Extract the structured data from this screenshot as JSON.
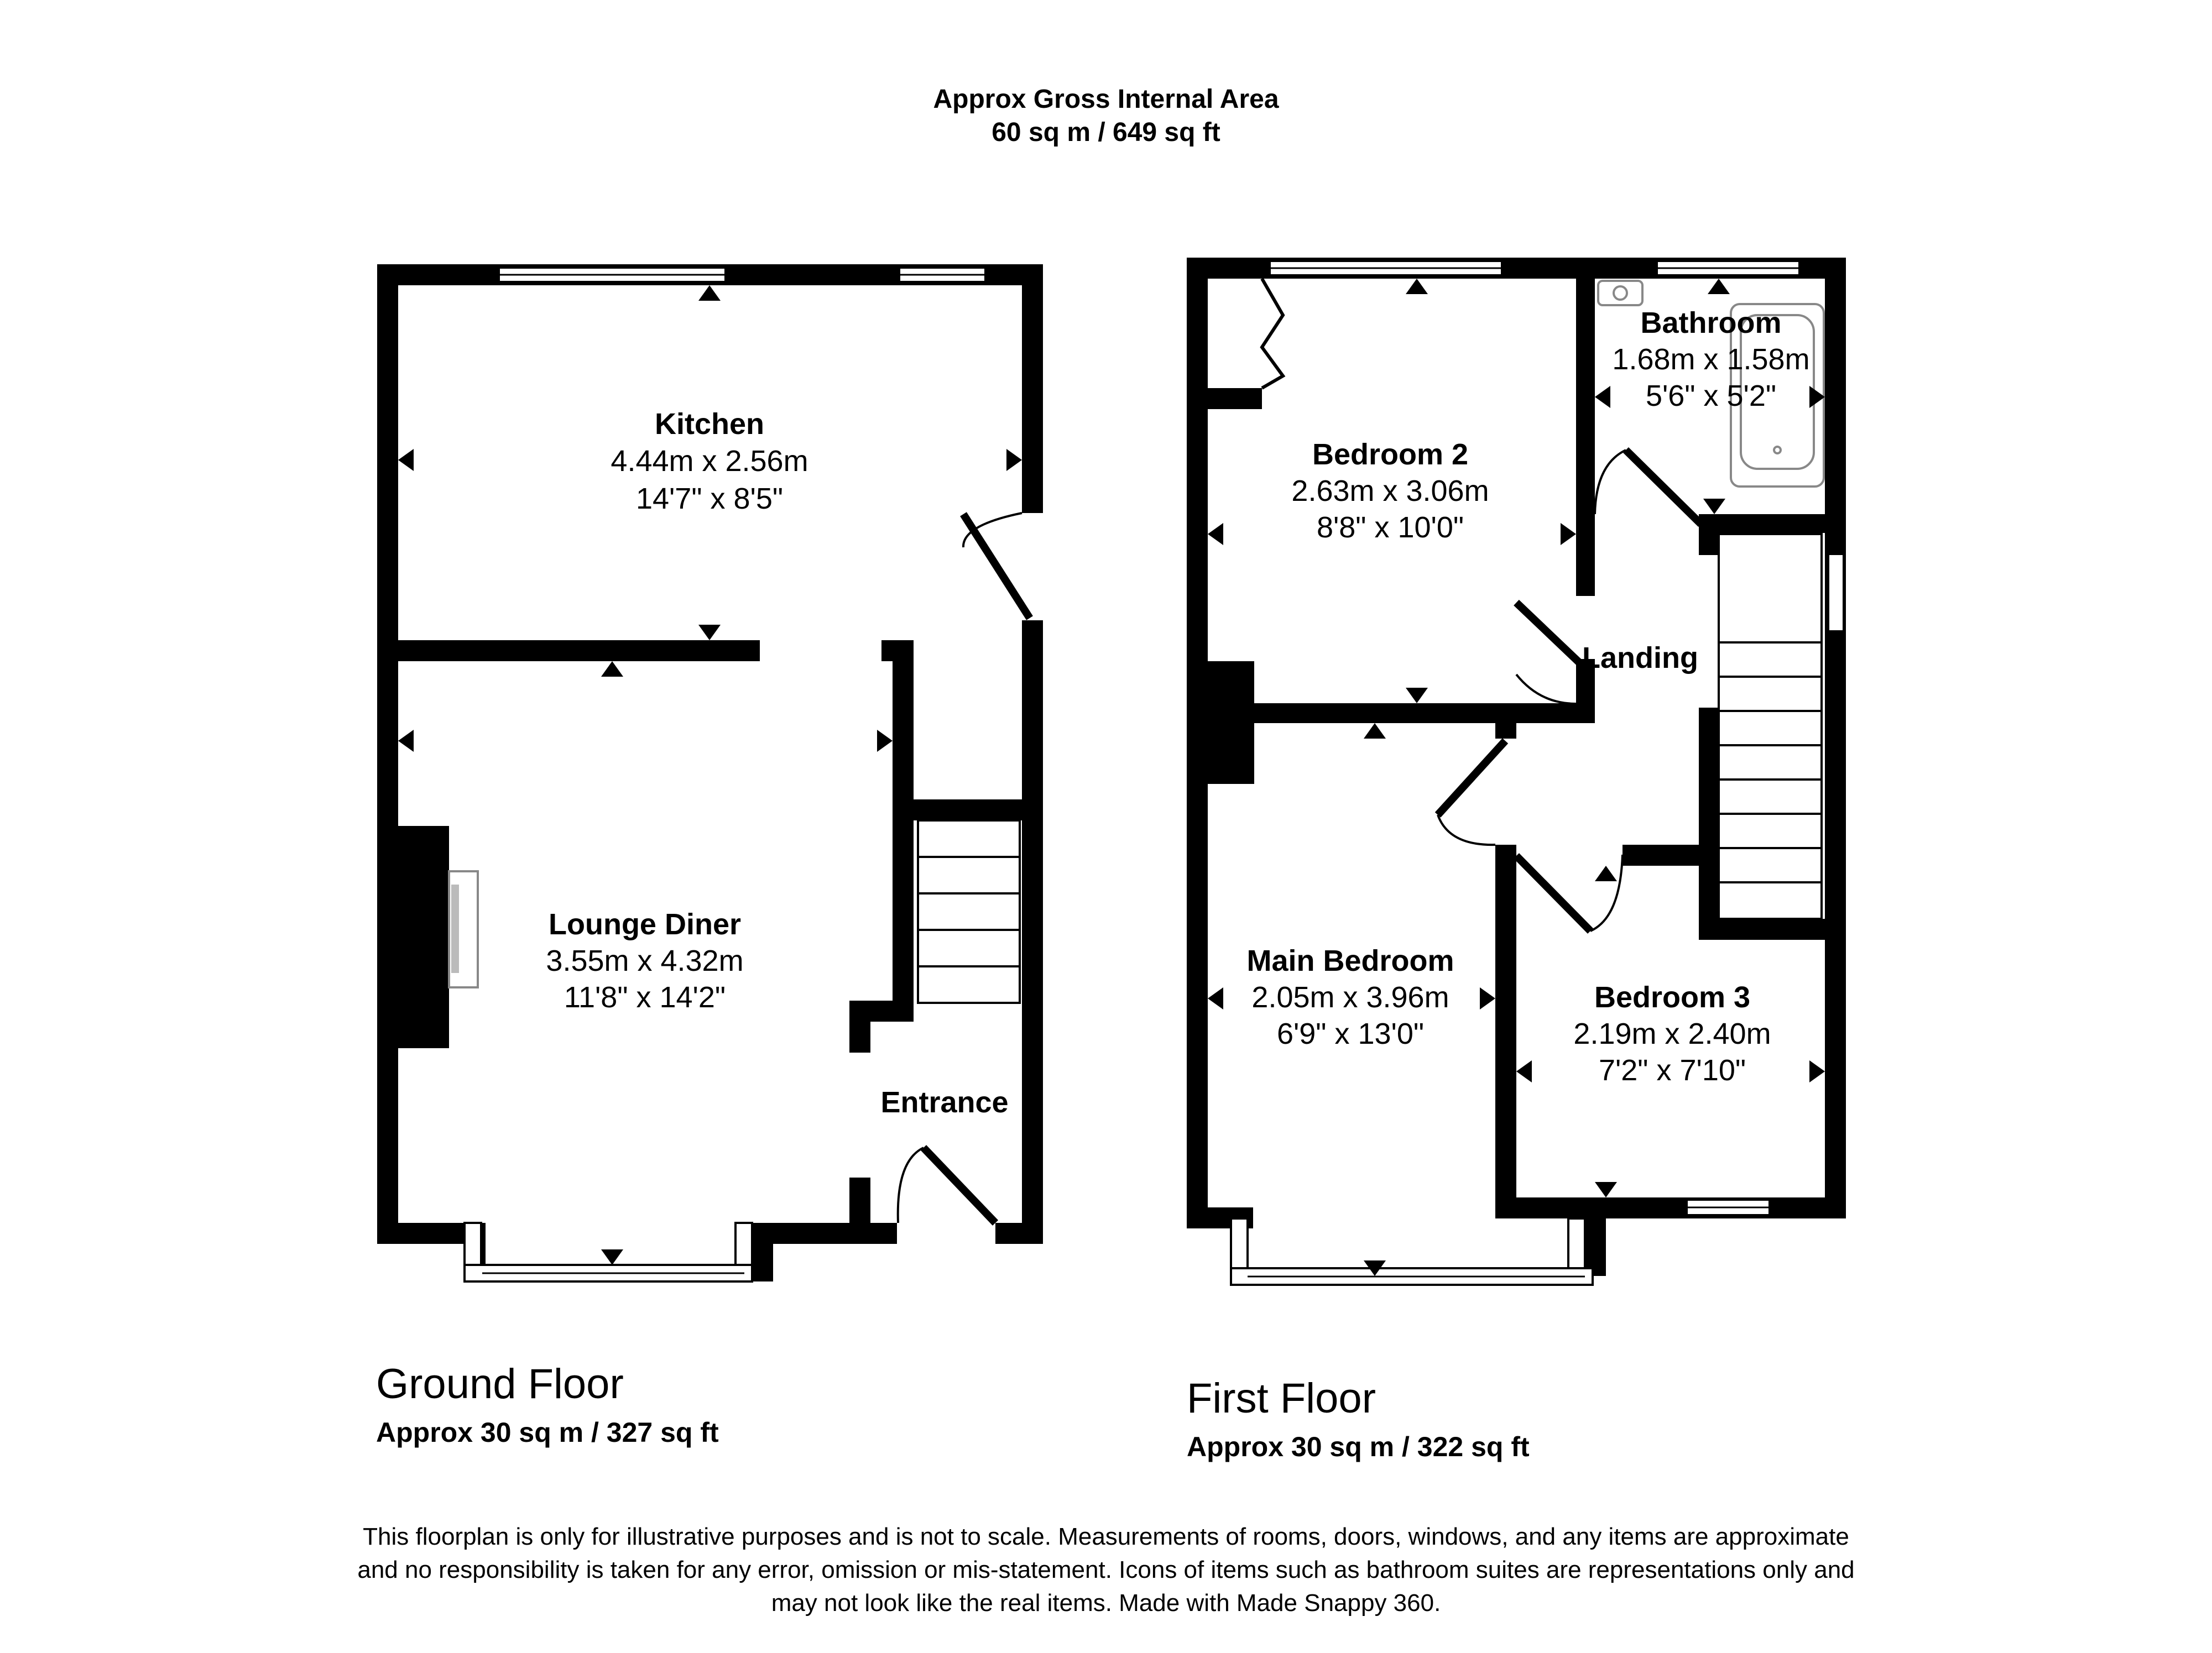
{
  "header": {
    "line1": "Approx Gross Internal Area",
    "line2": "60 sq m / 649 sq ft"
  },
  "ground_floor": {
    "name": "Ground Floor",
    "area": "Approx 30 sq m / 327 sq ft",
    "rooms": {
      "kitchen": {
        "name": "Kitchen",
        "metric": "4.44m x 2.56m",
        "imperial": "14'7\" x 8'5\""
      },
      "lounge": {
        "name": "Lounge Diner",
        "metric": "3.55m x 4.32m",
        "imperial": "11'8\" x 14'2\""
      },
      "entrance": {
        "name": "Entrance"
      }
    }
  },
  "first_floor": {
    "name": "First Floor",
    "area": "Approx 30 sq m / 322 sq ft",
    "rooms": {
      "bedroom2": {
        "name": "Bedroom 2",
        "metric": "2.63m x 3.06m",
        "imperial": "8'8\" x 10'0\""
      },
      "bathroom": {
        "name": "Bathroom",
        "metric": "1.68m x 1.58m",
        "imperial": "5'6\" x 5'2\""
      },
      "landing": {
        "name": "Landing"
      },
      "main_bedroom": {
        "name": "Main Bedroom",
        "metric": "2.05m x 3.96m",
        "imperial": "6'9\" x 13'0\""
      },
      "bedroom3": {
        "name": "Bedroom 3",
        "metric": "2.19m x 2.40m",
        "imperial": "7'2\" x 7'10\""
      }
    }
  },
  "disclaimer": {
    "line1": "This floorplan is only for illustrative purposes and is not to scale. Measurements of rooms, doors, windows, and any items are approximate",
    "line2": "and no responsibility is taken for any error, omission or mis-statement. Icons of items such as bathroom suites are representations only and",
    "line3": "may not look like the real items. Made with Made Snappy 360."
  },
  "colors": {
    "wall": "#000000",
    "background": "#ffffff",
    "fixture": "#bbbbbb"
  }
}
